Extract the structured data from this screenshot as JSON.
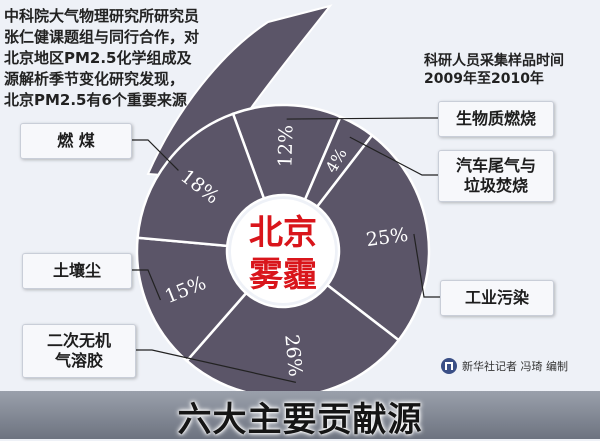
{
  "intro_lines": [
    "中科院大气物理研究所研究员",
    "张仁健课题组与同行合作，对",
    "北京地区PM2.5化学组成及",
    "源解析季节变化研究发现，",
    "北京PM2.5有6个重要来源"
  ],
  "period_lines": [
    "科研人员采集样品时间",
    "2009年至2010年"
  ],
  "center_title_lines": [
    "北京",
    "雾霾"
  ],
  "footer_title": "六大主要贡献源",
  "credit": "新华社记者 冯琦 编制",
  "colors": {
    "slice": "#5b5568",
    "divider": "#ffffff",
    "center_text": "#d9151b",
    "accent_border": "#8ab0d8"
  },
  "chart_data": {
    "type": "pie",
    "categories": [
      "生物质燃烧",
      "汽车尾气与垃圾焚烧",
      "工业污染",
      "二次无机气溶胶",
      "土壤尘",
      "燃煤"
    ],
    "labels": [
      {
        "lines": [
          "生物质燃烧"
        ]
      },
      {
        "lines": [
          "汽车尾气与",
          "垃圾焚烧"
        ]
      },
      {
        "lines": [
          "工业污染"
        ]
      },
      {
        "lines": [
          "二次无机",
          "气溶胶"
        ]
      },
      {
        "lines": [
          "土壤尘"
        ]
      },
      {
        "lines": [
          "燃 煤"
        ]
      }
    ],
    "values": [
      12,
      4,
      25,
      26,
      15,
      18
    ],
    "value_labels": [
      "12%",
      "4%",
      "25%",
      "26%",
      "15%",
      "18%"
    ]
  }
}
